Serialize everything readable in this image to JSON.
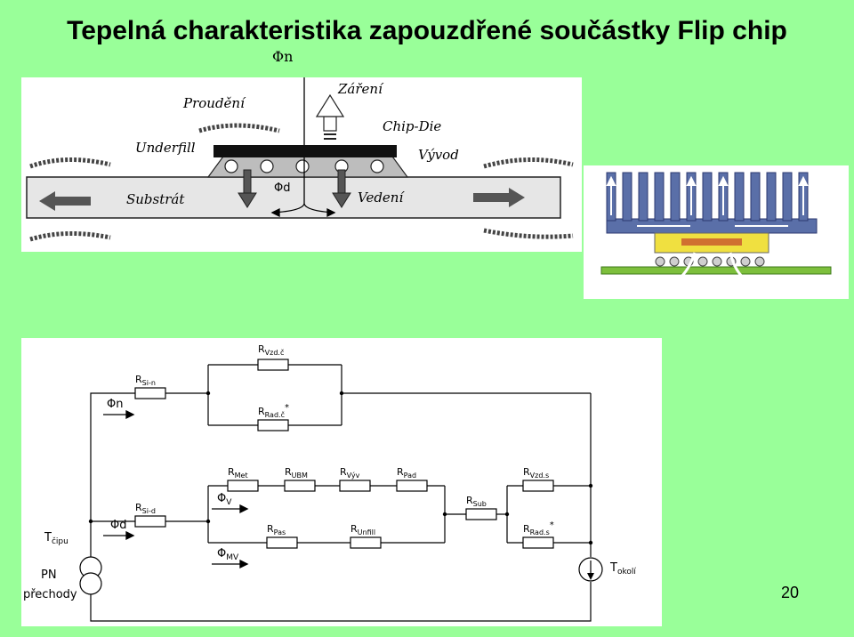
{
  "title": "Tepelná charakteristika zapouzdřené součástky Flip chip",
  "page_number": "20",
  "flip_chip": {
    "phi_n": "Φn",
    "phi_d": "Φd",
    "labels": {
      "prouden": "Proudění",
      "zareni": "Záření",
      "chip_die": "Chip-Die",
      "underfill": "Underfill",
      "vyvod": "Vývod",
      "substrat": "Substrát",
      "vedeni": "Vedení"
    }
  },
  "circuit": {
    "phi_n": "Φn",
    "phi_d": "Φd",
    "phi_v": "Φ",
    "phi_v_sub": "V",
    "phi_mv": "Φ",
    "phi_mv_sub": "MV",
    "t_cipu": "T",
    "t_cipu_sub": "čipu",
    "pn": "PN",
    "prechody": "přechody",
    "t_okoli": "T",
    "t_okoli_sub": "okolí",
    "resistors": {
      "r_si_n": {
        "base": "R",
        "sub": "Si-n"
      },
      "r_vzd_top": {
        "base": "R",
        "sub": "Vzd.č"
      },
      "r_rad_top": {
        "base": "R",
        "sub": "Rad.č",
        "sup": "*"
      },
      "r_si_d": {
        "base": "R",
        "sub": "Si-d"
      },
      "r_met": {
        "base": "R",
        "sub": "Met"
      },
      "r_ubm": {
        "base": "R",
        "sub": "UBM"
      },
      "r_vyv": {
        "base": "R",
        "sub": "Výv"
      },
      "r_pad": {
        "base": "R",
        "sub": "Pad"
      },
      "r_pas": {
        "base": "R",
        "sub": "Pas"
      },
      "r_unfill": {
        "base": "R",
        "sub": "Unfill"
      },
      "r_sub": {
        "base": "R",
        "sub": "Sub"
      },
      "r_vzd_s": {
        "base": "R",
        "sub": "Vzd.s"
      },
      "r_rad_s": {
        "base": "R",
        "sub": "Rad.s",
        "sup": "*"
      }
    }
  }
}
